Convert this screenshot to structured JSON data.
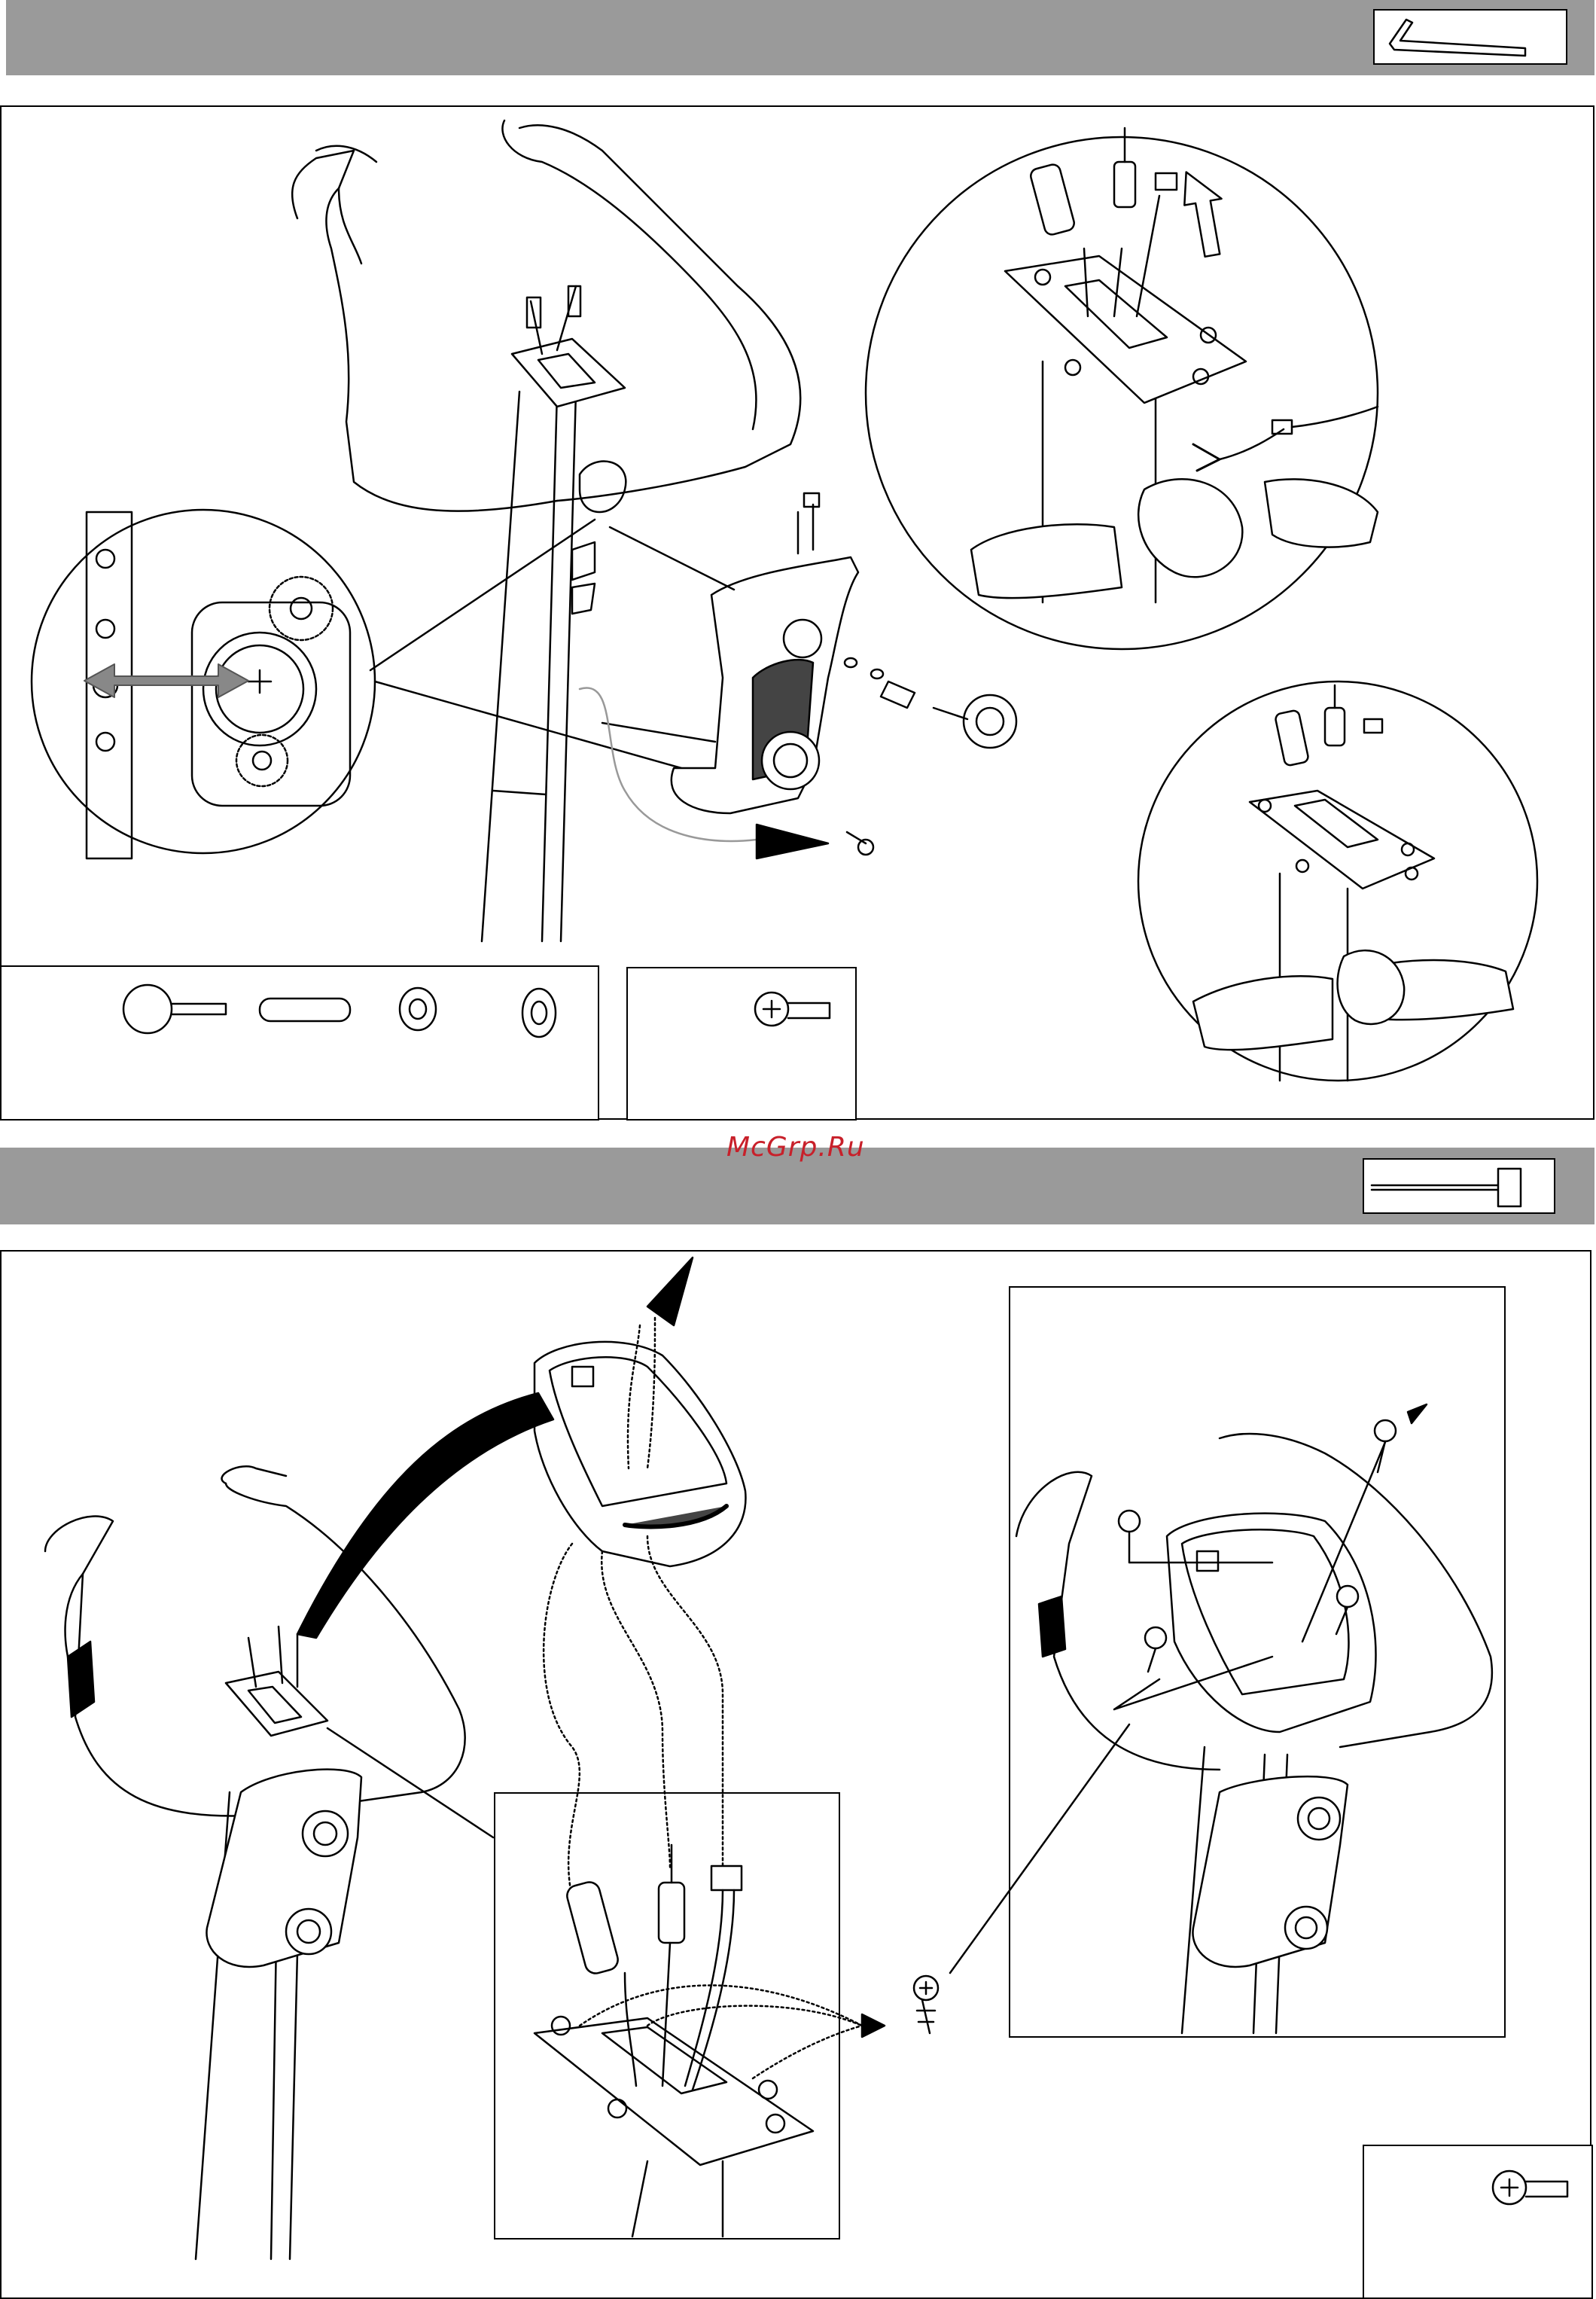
{
  "watermark": "McGrp.Ru",
  "steps": [
    {
      "id": "top",
      "tool_icon": "allen-key-icon",
      "bar_color": "#9a9a9a"
    },
    {
      "id": "bottom",
      "tool_icon": "screwdriver-icon",
      "bar_color": "#9a9a9a"
    }
  ],
  "parts_top_left": [
    "knob-bolt-icon",
    "spacer-tube-icon",
    "spring-washer-icon",
    "flat-washer-icon"
  ],
  "parts_top_right": [
    "phillips-screw-icon"
  ],
  "parts_bottom_right": [
    "phillips-screw-icon"
  ]
}
